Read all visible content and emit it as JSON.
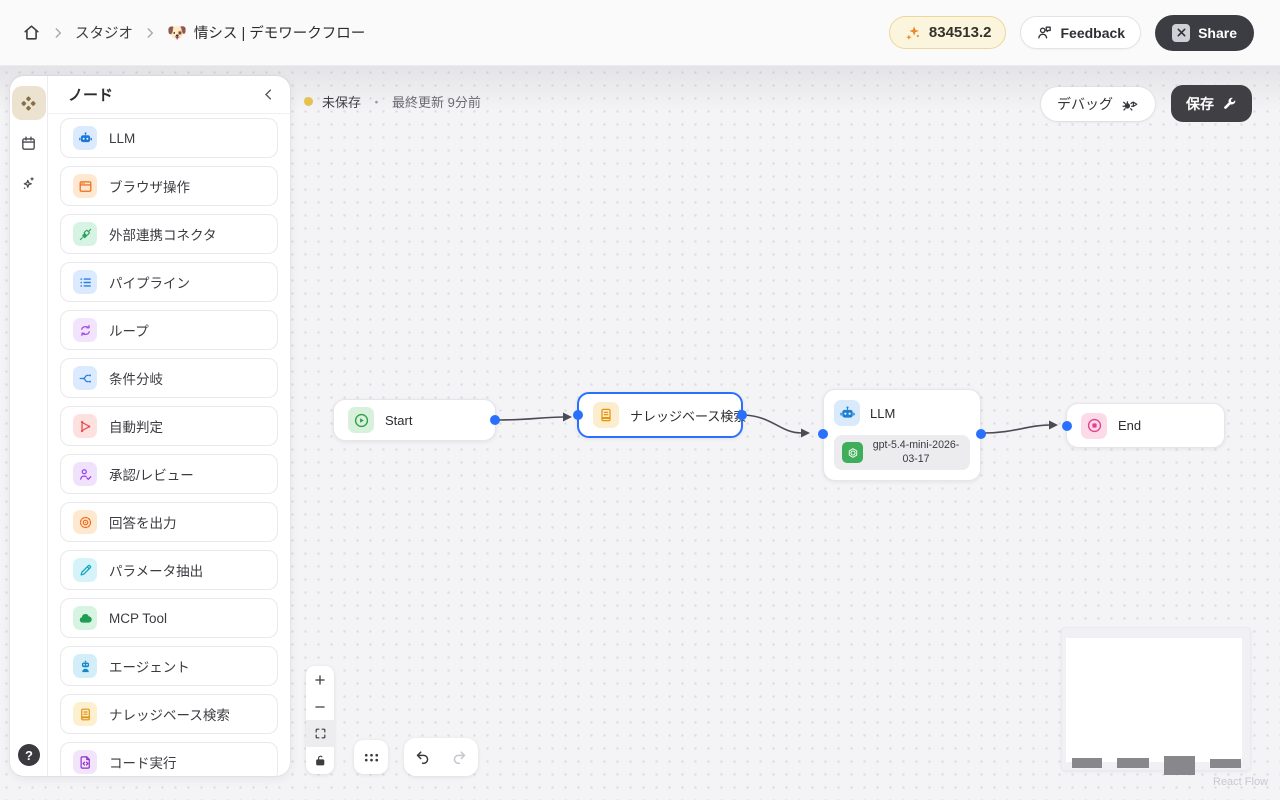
{
  "header": {
    "breadcrumb": {
      "studio": "スタジオ",
      "workflow_emoji": "🐶",
      "workflow_title": "情シス | デモワークフロー"
    },
    "token_count": "834513.2",
    "feedback_label": "Feedback",
    "share_label": "Share"
  },
  "sidebar": {
    "title": "ノード",
    "items": [
      {
        "label": "LLM",
        "icon": "robot-icon",
        "icon_bg": "#dbeafe",
        "icon_color": "#1a78d8"
      },
      {
        "label": "ブラウザ操作",
        "icon": "browser-icon",
        "icon_bg": "#fee8d2",
        "icon_color": "#ef6c1a"
      },
      {
        "label": "外部連携コネクタ",
        "icon": "plug-icon",
        "icon_bg": "#d7f3e3",
        "icon_color": "#2fa35c"
      },
      {
        "label": "パイプライン",
        "icon": "list-icon",
        "icon_bg": "#dbeafe",
        "icon_color": "#2b7fe0"
      },
      {
        "label": "ループ",
        "icon": "loop-icon",
        "icon_bg": "#f2e4fd",
        "icon_color": "#a24ae8"
      },
      {
        "label": "条件分岐",
        "icon": "branch-icon",
        "icon_bg": "#dbeafe",
        "icon_color": "#2b7fe0"
      },
      {
        "label": "自動判定",
        "icon": "classifier-icon",
        "icon_bg": "#fde1df",
        "icon_color": "#e5484d"
      },
      {
        "label": "承認/レビュー",
        "icon": "person-check-icon",
        "icon_bg": "#f0e2fd",
        "icon_color": "#9b3df0"
      },
      {
        "label": "回答を出力",
        "icon": "target-icon",
        "icon_bg": "#fee9d0",
        "icon_color": "#ef6c1a"
      },
      {
        "label": "パラメータ抽出",
        "icon": "pencil-icon",
        "icon_bg": "#d5f3f8",
        "icon_color": "#14a5c0"
      },
      {
        "label": "MCP Tool",
        "icon": "cloud-icon",
        "icon_bg": "#d7f3e1",
        "icon_color": "#1f9d55"
      },
      {
        "label": "エージェント",
        "icon": "agent-icon",
        "icon_bg": "#d3eef9",
        "icon_color": "#1787c9"
      },
      {
        "label": "ナレッジベース検索",
        "icon": "book-icon",
        "icon_bg": "#fdf0cf",
        "icon_color": "#e09112"
      },
      {
        "label": "コード実行",
        "icon": "code-file-icon",
        "icon_bg": "#f1e4fb",
        "icon_color": "#8d2fd0"
      }
    ]
  },
  "toolbar": {
    "save_status": "未保存",
    "status_separator": "・",
    "last_updated": "最終更新 9分前",
    "debug_label": "デバッグ",
    "save_label": "保存"
  },
  "canvas": {
    "nodes": [
      {
        "id": "start",
        "label": "Start"
      },
      {
        "id": "knowledge",
        "label": "ナレッジベース検索",
        "selected": true
      },
      {
        "id": "llm",
        "label": "LLM",
        "model": "gpt-5.4-mini-2026-03-17"
      },
      {
        "id": "end",
        "label": "End"
      }
    ],
    "attribution": "React Flow"
  },
  "colors": {
    "accent_blue": "#2970ff",
    "unsaved_dot": "#e6c14e",
    "token_pill_bg": "#fcf5dd",
    "token_pill_border": "#ecd79a",
    "token_icon": "#e98a2b",
    "start_icon": "#2f9e44",
    "end_icon": "#e83e8c",
    "openai_green": "#3fae5a"
  }
}
